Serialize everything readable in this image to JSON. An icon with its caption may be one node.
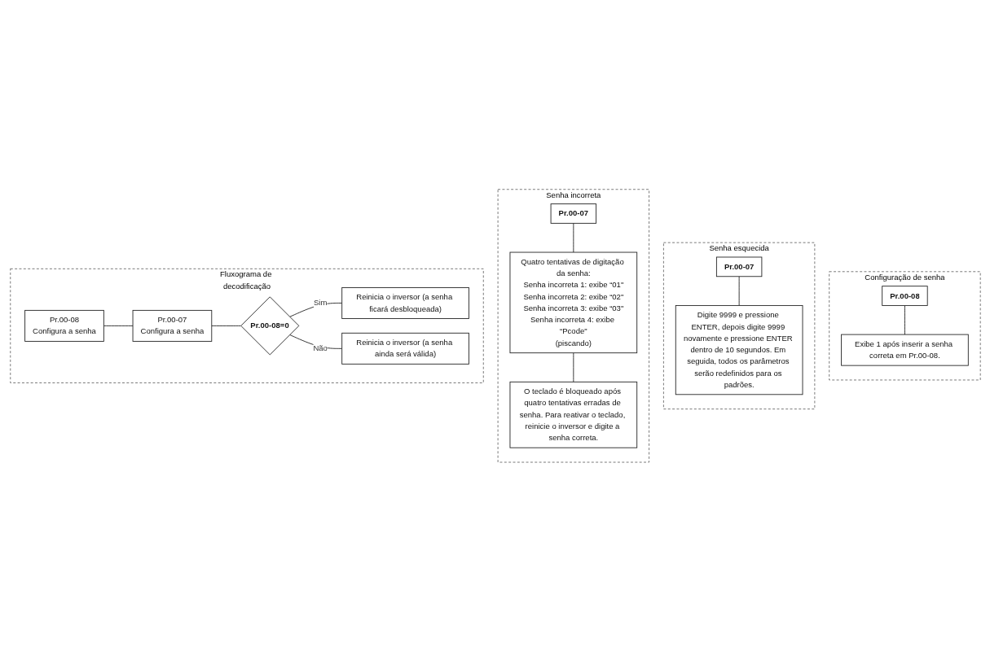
{
  "diagram": {
    "nodes": [
      {
        "text": [
          "Configuração de senha"
        ]
      },
      {
        "text": [
          "Pr.00-08"
        ],
        "in": 0
      },
      {
        "text": [
          "Exibe 1 após inserir a senha correta em Pr.00-08."
        ],
        "in": 0
      },
      {
        "text": [
          "Senha esquecida"
        ]
      },
      {
        "text": [
          "Pr.00-07"
        ],
        "in": 3
      },
      {
        "text": [
          "Digite 9999 e pressione ENTER, depois digite 9999 novamente e pressione ENTER dentro de 10 segundos. Em seguida, todos os parâmetros serão redefinidos para os padrões."
        ],
        "in": 3
      },
      {
        "text": [
          "Senha incorreta"
        ]
      },
      {
        "text": [
          "Pr.00-07"
        ],
        "in": 6
      },
      {
        "text": [
          "Quatro tentativas de digitação da senha:",
          "Senha incorreta 1: exibe “01\"",
          "Senha incorreta 2: exibe “02\"",
          "Senha incorreta 3: exibe “03\"",
          "Senha incorreta 4: exibe “Pcode\"",
          "(piscando)"
        ],
        "in": 6
      },
      {
        "text": [
          "O teclado é bloqueado após quatro tentativas erradas de senha. Para reativar o teclado, reinicie o inversor e digite a senha correta."
        ],
        "in": 6
      },
      {
        "text": [
          "Fluxograma de decodificação"
        ]
      },
      {
        "text": [
          "Pr.00-08",
          "Configura a senha"
        ],
        "in": 10
      },
      {
        "text": [
          "Pr.00-07",
          "Configura a senha"
        ],
        "in": 10
      },
      {
        "text": [
          "Pr.00-08=0"
        ],
        "in": 10
      },
      {
        "text": [
          "Reinicia o inversor (a senha ficará desbloqueada)"
        ],
        "in": 10
      },
      {
        "text": [
          "Reinicia o inversor (a senha ainda será válida)"
        ],
        "in": 10
      }
    ],
    "edges": [
      {
        "from": 1,
        "to": 2,
        "arrow": "none"
      },
      {
        "from": 4,
        "to": 5,
        "arrow": "none"
      },
      {
        "from": 7,
        "to": 8,
        "arrow": "none"
      },
      {
        "from": 8,
        "to": 9,
        "arrow": "none"
      },
      {
        "from": 11,
        "to": 12,
        "arrow": "none"
      },
      {
        "from": 12,
        "to": 13,
        "arrow": "none"
      },
      {
        "from": 13,
        "to": 14,
        "label": "Sim",
        "arrow": "none"
      },
      {
        "from": 13,
        "to": 15,
        "label": "Não",
        "arrow": "none"
      }
    ]
  }
}
